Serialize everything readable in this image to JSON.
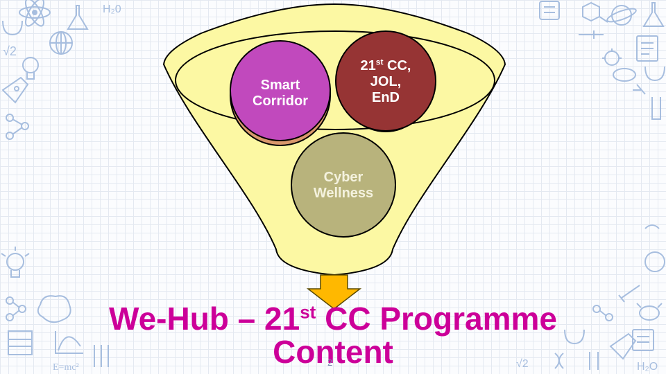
{
  "diagram": {
    "circles": [
      {
        "id": "smart-corridor",
        "line1": "Smart",
        "line2": "Corridor",
        "color": "#c149bd"
      },
      {
        "id": "21st-cc",
        "line1_pre": "21",
        "line1_sup": "st",
        "line1_post": " CC,",
        "line2": "JOL,",
        "line3": "EnD",
        "color": "#963434"
      },
      {
        "id": "cyber-wellness",
        "line1": "Cyber",
        "line2": "Wellness",
        "color": "#b8b37c"
      }
    ],
    "colors": {
      "funnel_fill": "#fcf8a3",
      "funnel_stroke": "#000000",
      "arrow_fill": "#ffb800",
      "hidden_circle": "#d9986c"
    }
  },
  "title": {
    "pre": "We-Hub – 21",
    "sup": "st",
    "post": " CC Programme",
    "line2": "Content",
    "color": "#cc0099"
  },
  "slide_number": "2"
}
